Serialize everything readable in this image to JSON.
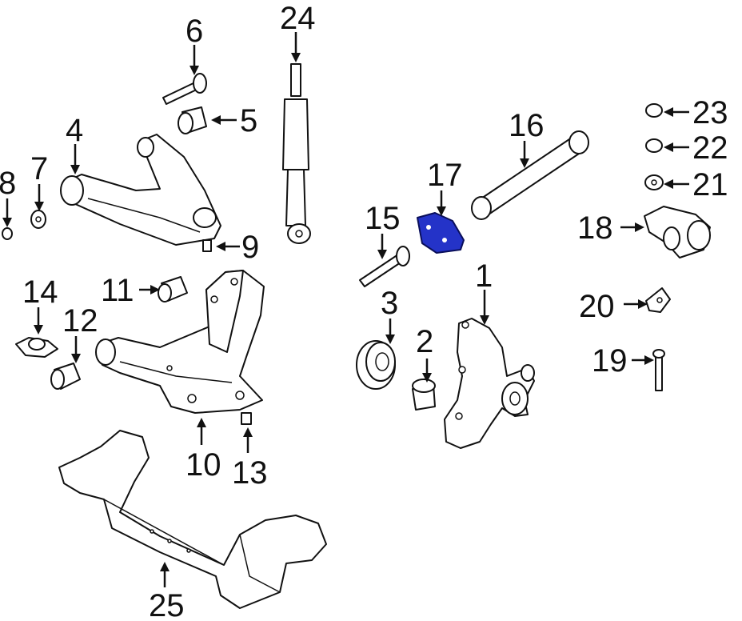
{
  "highlight_color": "#2433c8",
  "labels": {
    "p1": "1",
    "p2": "2",
    "p3": "3",
    "p4": "4",
    "p5": "5",
    "p6": "6",
    "p7": "7",
    "p8": "8",
    "p9": "9",
    "p10": "10",
    "p11": "11",
    "p12": "12",
    "p13": "13",
    "p14": "14",
    "p15": "15",
    "p16": "16",
    "p17": "17",
    "p18": "18",
    "p19": "19",
    "p20": "20",
    "p21": "21",
    "p22": "22",
    "p23": "23",
    "p24": "24",
    "p25": "25"
  }
}
